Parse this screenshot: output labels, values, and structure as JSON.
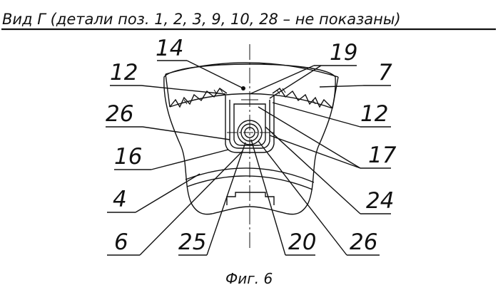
{
  "header": {
    "title": "Вид Г (детали поз. 1, 2, 3, 9, 10, 28 – не показаны)"
  },
  "caption": "Фиг. 6",
  "labels": {
    "l14": "14",
    "l19": "19",
    "l12_left": "12",
    "l7": "7",
    "l26_left": "26",
    "l12_right": "12",
    "l16": "16",
    "l17": "17",
    "l4": "4",
    "l24": "24",
    "l6": "6",
    "l25": "25",
    "l20": "20",
    "l26_bottom": "26"
  }
}
